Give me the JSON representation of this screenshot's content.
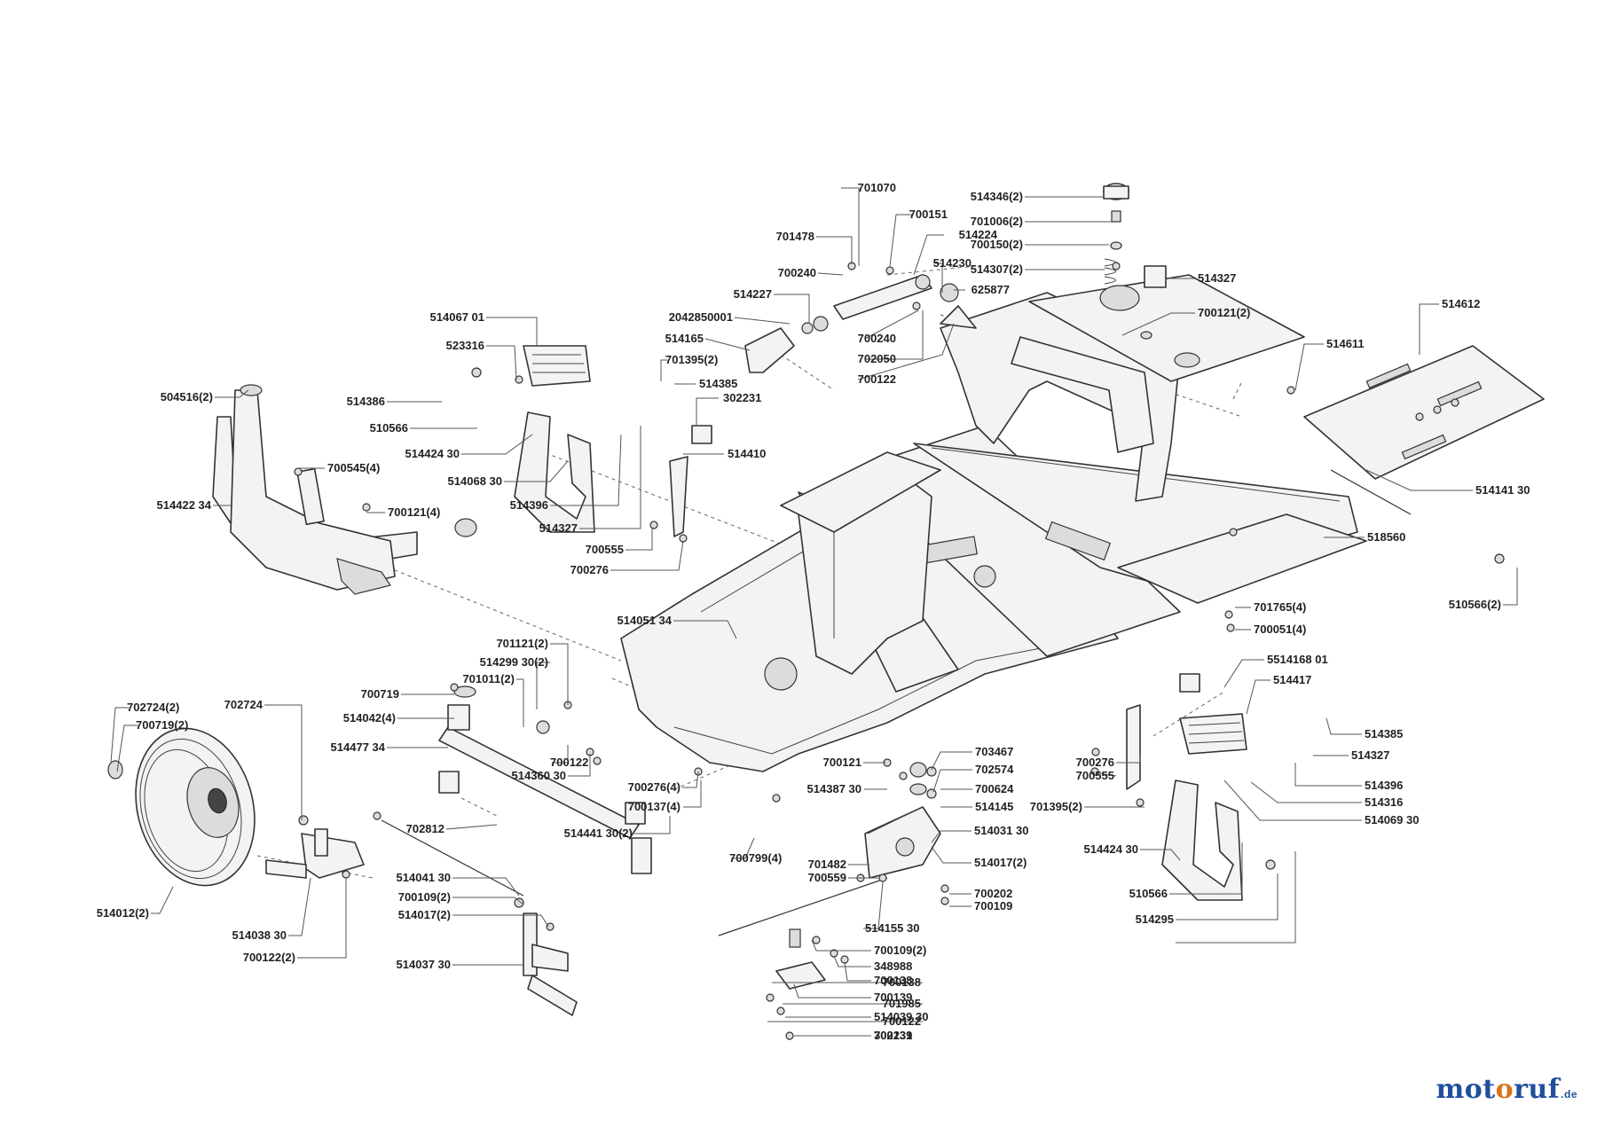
{
  "labels": [
    "701070",
    "700151",
    "701478",
    "514224",
    "700240",
    "514230",
    "625877",
    "514227",
    "2042850001",
    "514165",
    "700240",
    "702050",
    "700122",
    "514346(2)",
    "701006(2)",
    "700150(2)",
    "514307(2)",
    "514327",
    "700121(2)",
    "514612",
    "514611",
    "514067 01",
    "523316",
    "514386",
    "510566",
    "514424 30",
    "514068 30",
    "514396",
    "514327",
    "701395(2)",
    "514385",
    "302231",
    "514410",
    "700555",
    "700276",
    "504516(2)",
    "700545(4)",
    "514422 34",
    "700121(4)",
    "514141 30",
    "518560",
    "701765(4)",
    "700051(4)",
    "510566(2)",
    "514051 34",
    "701121(2)",
    "514299 30(2)",
    "701011(2)",
    "700719",
    "514042(4)",
    "514477 34",
    "514360 30",
    "700122",
    "700276(4)",
    "700137(4)",
    "514441 30(2)",
    "700799(4)",
    "702724(2)",
    "700719(2)",
    "702724",
    "514012(2)",
    "702812",
    "514038 30",
    "700122(2)",
    "514041 30",
    "700109(2)",
    "514017(2)",
    "514037 30",
    "700121",
    "514387 30",
    "703467",
    "702574",
    "700624",
    "514145",
    "514031 30",
    "514017(2)",
    "701482",
    "700559",
    "700202",
    "700109",
    "514155 30",
    "700109(2)",
    "348988",
    "700138",
    "700139",
    "514039 30",
    "700139",
    "700138",
    "701985",
    "700122",
    "302231",
    "5514168 01",
    "514417",
    "700276",
    "700555",
    "701395(2)",
    "514385",
    "514327",
    "514396",
    "514316",
    "514069 30",
    "514424 30",
    "510566",
    "514295"
  ],
  "logo": {
    "part1": "mot",
    "part2": "o",
    "part3": "ruf",
    "tld": ".de"
  }
}
